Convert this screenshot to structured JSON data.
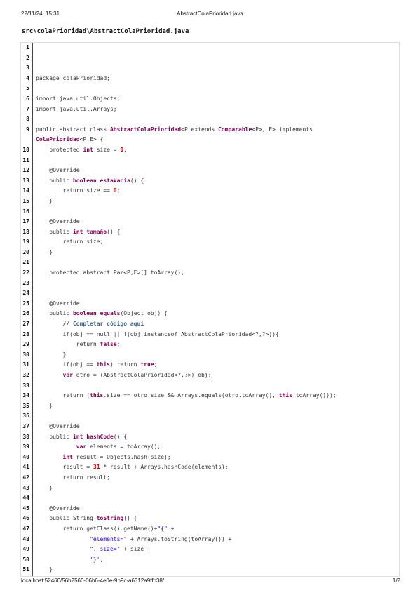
{
  "header": {
    "datetime": "22/11/24, 15:31",
    "title": "AbstractColaPrioridad.java"
  },
  "file_path": "src\\colaPrioridad\\AbstractColaPrioridad.java",
  "footer": {
    "url": "localhost:52460/56b2560-06b6-4e0e-9b9c-a6312a9ffb38/",
    "page": "1/2"
  },
  "lines": [
    {
      "n": "1",
      "segs": []
    },
    {
      "n": "2",
      "segs": []
    },
    {
      "n": "3",
      "segs": []
    },
    {
      "n": "4",
      "segs": [
        {
          "t": "package colaPrioridad;",
          "c": "plain"
        }
      ]
    },
    {
      "n": "5",
      "segs": []
    },
    {
      "n": "6",
      "segs": [
        {
          "t": "import java.util.Objects;",
          "c": "plain"
        }
      ]
    },
    {
      "n": "7",
      "segs": [
        {
          "t": "import java.util.Arrays;",
          "c": "plain"
        }
      ]
    },
    {
      "n": "8",
      "segs": []
    },
    {
      "n": "9",
      "wrap": true,
      "segs": [
        {
          "t": "public abstract class ",
          "c": "plain"
        },
        {
          "t": "AbstractColaPrioridad",
          "c": "ty"
        },
        {
          "t": "<P extends ",
          "c": "plain"
        },
        {
          "t": "Comparable",
          "c": "ty"
        },
        {
          "t": "<P>, E> implements\n",
          "c": "plain"
        },
        {
          "t": "ColaPrioridad",
          "c": "ty"
        },
        {
          "t": "<P,E> {",
          "c": "plain"
        }
      ]
    },
    {
      "n": "10",
      "segs": [
        {
          "t": "    protected ",
          "c": "plain"
        },
        {
          "t": "int",
          "c": "kw"
        },
        {
          "t": " size = ",
          "c": "plain"
        },
        {
          "t": "0",
          "c": "num"
        },
        {
          "t": ";",
          "c": "plain"
        }
      ]
    },
    {
      "n": "11",
      "segs": []
    },
    {
      "n": "12",
      "segs": [
        {
          "t": "    ",
          "c": "plain"
        },
        {
          "t": "@Override",
          "c": "ann"
        }
      ]
    },
    {
      "n": "13",
      "segs": [
        {
          "t": "    public ",
          "c": "plain"
        },
        {
          "t": "boolean",
          "c": "kw"
        },
        {
          "t": " ",
          "c": "plain"
        },
        {
          "t": "estaVacia",
          "c": "ty"
        },
        {
          "t": "() {",
          "c": "plain"
        }
      ]
    },
    {
      "n": "14",
      "segs": [
        {
          "t": "        return size == ",
          "c": "plain"
        },
        {
          "t": "0",
          "c": "num"
        },
        {
          "t": ";",
          "c": "plain"
        }
      ]
    },
    {
      "n": "15",
      "segs": [
        {
          "t": "    }",
          "c": "plain"
        }
      ]
    },
    {
      "n": "16",
      "segs": []
    },
    {
      "n": "17",
      "segs": [
        {
          "t": "    ",
          "c": "plain"
        },
        {
          "t": "@Override",
          "c": "ann"
        }
      ]
    },
    {
      "n": "18",
      "segs": [
        {
          "t": "    public ",
          "c": "plain"
        },
        {
          "t": "int",
          "c": "kw"
        },
        {
          "t": " ",
          "c": "plain"
        },
        {
          "t": "tamaño",
          "c": "ty"
        },
        {
          "t": "() {",
          "c": "plain"
        }
      ]
    },
    {
      "n": "19",
      "segs": [
        {
          "t": "        return size;",
          "c": "plain"
        }
      ]
    },
    {
      "n": "20",
      "segs": [
        {
          "t": "    }",
          "c": "plain"
        }
      ]
    },
    {
      "n": "21",
      "segs": []
    },
    {
      "n": "22",
      "segs": [
        {
          "t": "    protected abstract Par<P,E>[] toArray();",
          "c": "plain"
        }
      ]
    },
    {
      "n": "23",
      "segs": []
    },
    {
      "n": "24",
      "segs": []
    },
    {
      "n": "25",
      "segs": [
        {
          "t": "    ",
          "c": "plain"
        },
        {
          "t": "@Override",
          "c": "ann"
        }
      ]
    },
    {
      "n": "26",
      "segs": [
        {
          "t": "    public ",
          "c": "plain"
        },
        {
          "t": "boolean",
          "c": "kw"
        },
        {
          "t": " ",
          "c": "plain"
        },
        {
          "t": "equals",
          "c": "ty"
        },
        {
          "t": "(Object obj) {",
          "c": "plain"
        }
      ]
    },
    {
      "n": "27",
      "segs": [
        {
          "t": "        // ",
          "c": "plain"
        },
        {
          "t": "Completar código aquí",
          "c": "cm"
        }
      ]
    },
    {
      "n": "28",
      "segs": [
        {
          "t": "        if(obj == null || !(obj instanceof AbstractColaPrioridad<?,?>)){",
          "c": "plain"
        }
      ]
    },
    {
      "n": "29",
      "segs": [
        {
          "t": "            return ",
          "c": "plain"
        },
        {
          "t": "false",
          "c": "kw"
        },
        {
          "t": ";",
          "c": "plain"
        }
      ]
    },
    {
      "n": "30",
      "segs": [
        {
          "t": "        }",
          "c": "plain"
        }
      ]
    },
    {
      "n": "31",
      "segs": [
        {
          "t": "        if(obj == ",
          "c": "plain"
        },
        {
          "t": "this",
          "c": "kw"
        },
        {
          "t": ") return ",
          "c": "plain"
        },
        {
          "t": "true",
          "c": "kw"
        },
        {
          "t": ";",
          "c": "plain"
        }
      ]
    },
    {
      "n": "32",
      "segs": [
        {
          "t": "        ",
          "c": "plain"
        },
        {
          "t": "var",
          "c": "ty"
        },
        {
          "t": " otro = (AbstractColaPrioridad<?,?>) obj;",
          "c": "plain"
        }
      ]
    },
    {
      "n": "33",
      "segs": []
    },
    {
      "n": "34",
      "segs": [
        {
          "t": "        return (",
          "c": "plain"
        },
        {
          "t": "this",
          "c": "kw"
        },
        {
          "t": ".size == otro.size && Arrays.equals(otro.toArray(), ",
          "c": "plain"
        },
        {
          "t": "this",
          "c": "kw"
        },
        {
          "t": ".toArray()));",
          "c": "plain"
        }
      ]
    },
    {
      "n": "35",
      "segs": [
        {
          "t": "    }",
          "c": "plain"
        }
      ]
    },
    {
      "n": "36",
      "segs": []
    },
    {
      "n": "37",
      "segs": [
        {
          "t": "    ",
          "c": "plain"
        },
        {
          "t": "@Override",
          "c": "ann"
        }
      ]
    },
    {
      "n": "38",
      "segs": [
        {
          "t": "    public ",
          "c": "plain"
        },
        {
          "t": "int",
          "c": "kw"
        },
        {
          "t": " ",
          "c": "plain"
        },
        {
          "t": "hashCode",
          "c": "ty"
        },
        {
          "t": "() {",
          "c": "plain"
        }
      ]
    },
    {
      "n": "39",
      "segs": [
        {
          "t": "            ",
          "c": "plain"
        },
        {
          "t": "var",
          "c": "ty"
        },
        {
          "t": " elements = toArray();",
          "c": "plain"
        }
      ]
    },
    {
      "n": "40",
      "segs": [
        {
          "t": "        ",
          "c": "plain"
        },
        {
          "t": "int",
          "c": "kw"
        },
        {
          "t": " result = Objects.hash(size);",
          "c": "plain"
        }
      ]
    },
    {
      "n": "41",
      "segs": [
        {
          "t": "        result = ",
          "c": "plain"
        },
        {
          "t": "31",
          "c": "num"
        },
        {
          "t": " * result + Arrays.hashCode(elements);",
          "c": "plain"
        }
      ]
    },
    {
      "n": "42",
      "segs": [
        {
          "t": "        return result;",
          "c": "plain"
        }
      ]
    },
    {
      "n": "43",
      "segs": [
        {
          "t": "    }",
          "c": "plain"
        }
      ]
    },
    {
      "n": "44",
      "segs": []
    },
    {
      "n": "45",
      "segs": [
        {
          "t": "    ",
          "c": "plain"
        },
        {
          "t": "@Override",
          "c": "ann"
        }
      ]
    },
    {
      "n": "46",
      "segs": [
        {
          "t": "    public String ",
          "c": "plain"
        },
        {
          "t": "toString",
          "c": "ty"
        },
        {
          "t": "() {",
          "c": "plain"
        }
      ]
    },
    {
      "n": "47",
      "segs": [
        {
          "t": "        return getClass().getName()+",
          "c": "plain"
        },
        {
          "t": "\"{\"",
          "c": "str"
        },
        {
          "t": " +",
          "c": "plain"
        }
      ]
    },
    {
      "n": "48",
      "segs": [
        {
          "t": "                ",
          "c": "plain"
        },
        {
          "t": "\"elements=\"",
          "c": "str"
        },
        {
          "t": " + Arrays.toString(toArray()) +",
          "c": "plain"
        }
      ]
    },
    {
      "n": "49",
      "segs": [
        {
          "t": "                ",
          "c": "plain"
        },
        {
          "t": "\", size=\"",
          "c": "str"
        },
        {
          "t": " + size +",
          "c": "plain"
        }
      ]
    },
    {
      "n": "50",
      "segs": [
        {
          "t": "                ",
          "c": "plain"
        },
        {
          "t": "'}'",
          "c": "str"
        },
        {
          "t": ";",
          "c": "plain"
        }
      ]
    },
    {
      "n": "51",
      "segs": [
        {
          "t": "    }",
          "c": "plain"
        }
      ]
    }
  ]
}
